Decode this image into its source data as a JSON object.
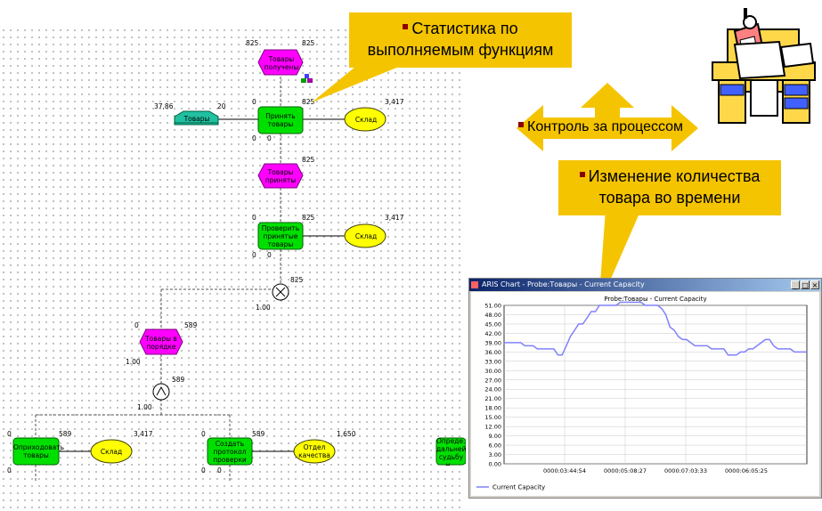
{
  "callouts": {
    "stats": [
      "Статистика по",
      "выполняемым функциям"
    ],
    "control": "Контроль за процессом",
    "change": [
      "Изменение количества",
      "товара во времени"
    ]
  },
  "diagram": {
    "events": {
      "received": "Товары получены",
      "accepted": "Товары приняты",
      "ok": "Товары в порядке",
      "check": "Отдел качества"
    },
    "functions": {
      "accept": "Принять товары",
      "verify": "Проверить принятые товары",
      "post": "Оприходовать товары",
      "protocol": "Создать протокол проверки",
      "cut": "Опреде... дальней... судьбу н... това..."
    },
    "resources": {
      "warehouse": "Склад",
      "goods": "Товары"
    },
    "numbers": {
      "n825": "825",
      "n3417": "3,417",
      "n3786": "37,86",
      "n20": "20",
      "n0": "0",
      "n100": "1.00",
      "n589": "589",
      "n1650": "1,650"
    }
  },
  "window": {
    "title": "ARIS Chart - Probe:Товары - Current Capacity",
    "btn_min": "_",
    "btn_max": "□",
    "btn_close": "×"
  },
  "chart_data": {
    "type": "line",
    "title": "Probe:Товары - Current Capacity",
    "yticks": [
      "0.00",
      "3.00",
      "6.00",
      "9.00",
      "12.00",
      "15.00",
      "18.00",
      "21.00",
      "24.00",
      "27.00",
      "30.00",
      "33.00",
      "36.00",
      "39.00",
      "42.00",
      "45.00",
      "48.00",
      "51.00"
    ],
    "ylim": [
      0,
      51
    ],
    "xticks": [
      "0000:03:44:54",
      "0000:05:08:27",
      "0000:07:03:33",
      "0000:06:05:25"
    ],
    "series": [
      {
        "name": "Current Capacity",
        "color": "#8080ff",
        "values": [
          39,
          39,
          39,
          39,
          39,
          38,
          38,
          38,
          37,
          37,
          37,
          37,
          37,
          35,
          35,
          38,
          41,
          43,
          45,
          45,
          47,
          49,
          49,
          51,
          51,
          51,
          51,
          51,
          52,
          52,
          52,
          52,
          52,
          52,
          51,
          51,
          51,
          51,
          50,
          48,
          44,
          43,
          41,
          40,
          40,
          39,
          38,
          38,
          38,
          38,
          37,
          37,
          37,
          37,
          35,
          35,
          35,
          36,
          36,
          37,
          37,
          38,
          39,
          40,
          40,
          38,
          37,
          37,
          37,
          37,
          36,
          36,
          36,
          36
        ]
      }
    ],
    "legend": "Current Capacity",
    "legend_position": "bottom-left",
    "grid": true
  }
}
